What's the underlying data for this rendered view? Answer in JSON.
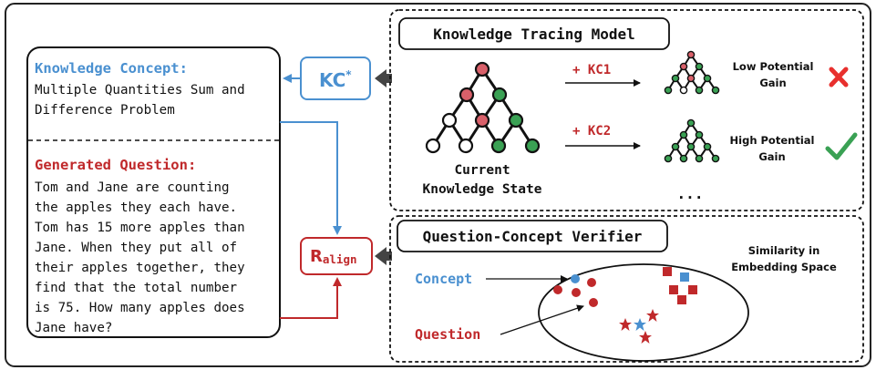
{
  "left_panel": {
    "concept_heading": "Knowledge Concept:",
    "concept_text": [
      "Multiple Quantities Sum and",
      "Difference Problem"
    ],
    "question_heading": "Generated Question:",
    "question_text": [
      "Tom and Jane are counting",
      "the apples they each have.",
      "Tom has 15 more apples than",
      "Jane. When they put all of",
      "their apples together, they",
      "find that the total number",
      "is 75. How many apples does",
      "Jane have?"
    ]
  },
  "kc_box": {
    "label": "KC",
    "superscript": "*"
  },
  "r_align": {
    "main": "R",
    "sub": "align"
  },
  "kt_model": {
    "title": "Knowledge Tracing Model",
    "state_label": [
      "Current",
      "Knowledge State"
    ],
    "arrow1_label": "+ KC1",
    "arrow2_label": "+ KC2",
    "outcome1": [
      "Low Potential",
      "Gain"
    ],
    "outcome2": [
      "High Potential",
      "Gain"
    ],
    "ellipsis": "..."
  },
  "verifier": {
    "title": "Question-Concept Verifier",
    "space_label": [
      "Similarity in",
      "Embedding Space"
    ],
    "concept_label": "Concept",
    "question_label": "Question"
  },
  "colors": {
    "blue": "#4a90d0",
    "red": "#c0292b",
    "green": "#3aa154",
    "pink": "#d9606a",
    "cross": "#e8302e",
    "check": "#3aa154"
  }
}
